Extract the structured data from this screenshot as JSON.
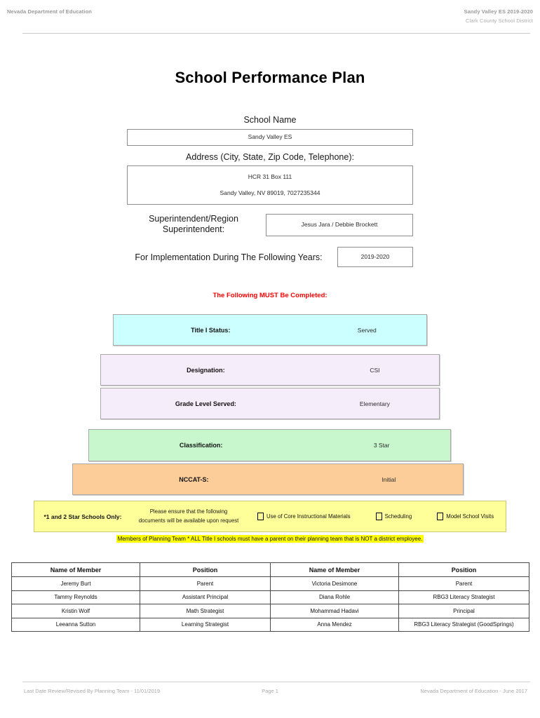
{
  "header": {
    "left_text": "Nevada Department of Education",
    "right_line1": "Sandy Valley ES  2019-2020",
    "right_line2": "Clark County School District"
  },
  "title": "School Performance Plan",
  "fields": {
    "school_name_label": "School Name",
    "school_name_value": "Sandy Valley ES",
    "address_label": "Address (City, State, Zip Code, Telephone):",
    "address_line1": "HCR 31 Box 111",
    "address_line2": "Sandy Valley, NV  89019, 7027235344",
    "superintendent_label": "Superintendent/Region Superintendent:",
    "superintendent_value": "Jesus Jara / Debbie Brockett",
    "implementation_label": "For Implementation During The Following Years:",
    "implementation_value": "2019-2020"
  },
  "notice": {
    "must_complete": "The Following MUST Be Completed:",
    "must_complete_color": "#ff0000"
  },
  "status_bars": [
    {
      "label": "Title I Status:",
      "value": "Served",
      "color": "#CCFFFF"
    },
    {
      "label": "Designation:",
      "value": "CSI",
      "color": "#F6EDFA"
    },
    {
      "label": "Grade Level Served:",
      "value": "Elementary",
      "color": "#F6EDFA"
    },
    {
      "label": "Classification:",
      "value": "3 Star",
      "color": "#C8F7CD"
    },
    {
      "label": "NCCAT-S:",
      "value": "Initial",
      "color": "#FCCC99"
    }
  ],
  "star_schools": {
    "title": "*1 and 2 Star Schools Only:",
    "note_line1": "Please ensure that the following",
    "note_line2": "documents will be available upon request",
    "checkboxes": [
      {
        "label": "Use of Core Instructional Materials",
        "checked": false
      },
      {
        "label": "Scheduling",
        "checked": false
      },
      {
        "label": "Model School Visits",
        "checked": false
      }
    ],
    "highlight_color": "#FFFF99"
  },
  "planning_note": {
    "text": "Members of Planning Team * ALL Title I schools must have a parent on their planning team that is NOT a district employee.",
    "highlight_color": "#FFFF00"
  },
  "members_table": {
    "headers": [
      "Name of Member",
      "Position",
      "Name of Member",
      "Position"
    ],
    "rows": [
      [
        "Jeremy Burt",
        "Parent",
        "Victoria Desimone",
        "Parent"
      ],
      [
        "Tammy Reynolds",
        "Assistant Principal",
        "Diana Rohle",
        "RBG3 Literacy Strategist"
      ],
      [
        "Kristin Wolf",
        "Math Strategist",
        "Mohammad Hadavi",
        "Principal"
      ],
      [
        "Leeanna Sutton",
        "Learning Strategist",
        "Anna Mendez",
        "RBG3 Literacy Strategist (GoodSprings)"
      ]
    ]
  },
  "footer": {
    "left": "Last Date Review/Revised By Planning Team - 11/01/2019",
    "center": "Page 1",
    "right": "Nevada Department of Education - June 2017"
  }
}
